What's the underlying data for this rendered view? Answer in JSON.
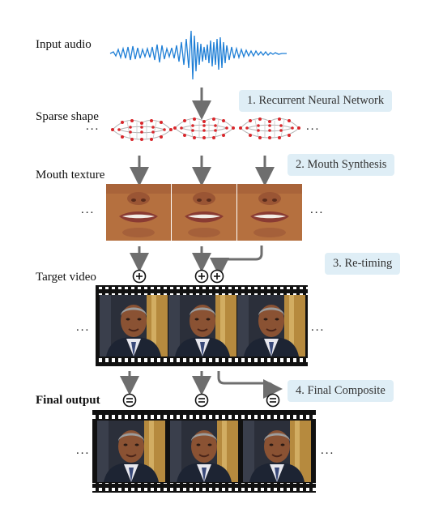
{
  "labels": {
    "input_audio": "Input audio",
    "sparse_shape": "Sparse shape",
    "mouth_texture": "Mouth texture",
    "target_video": "Target video",
    "final_output": "Final output"
  },
  "steps": [
    {
      "text": "1. Recurrent Neural Network"
    },
    {
      "text": "2. Mouth Synthesis"
    },
    {
      "text": "3. Re-timing"
    },
    {
      "text": "4. Final Composite"
    }
  ],
  "ellipsis": "...",
  "operators": {
    "plus": "+",
    "equals": "="
  },
  "colors": {
    "audio_wave": "#1f7fd6",
    "arrow": "#6e6e6e",
    "lip_line": "#b5b5b5",
    "lip_point": "#d9262b",
    "step_box": "#dfeef6",
    "film_strip": "#111111",
    "skin": "#b5703f",
    "lips": "#8a3b32",
    "suit": "#1d2433",
    "backdrop_gold": "#b68a3e"
  },
  "icons": [
    "mouth-landmarks-icon",
    "face-video-frame-icon",
    "circled-plus-icon",
    "circled-equals-icon",
    "down-arrow-icon"
  ]
}
